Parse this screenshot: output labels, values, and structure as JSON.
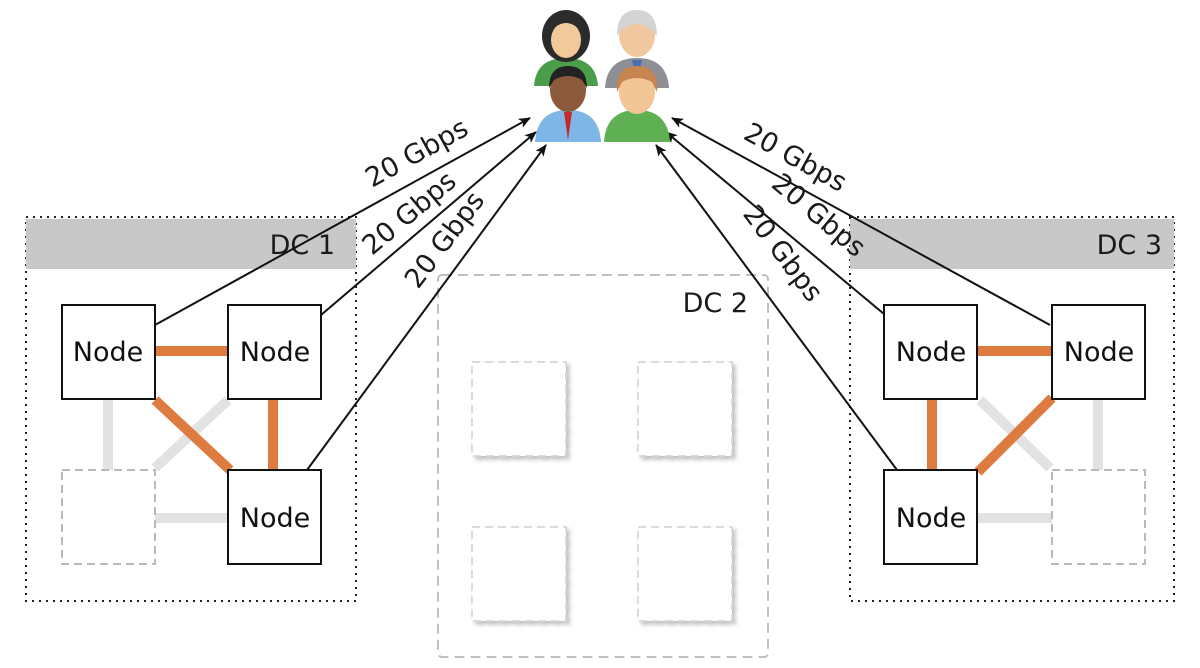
{
  "datacenters": [
    {
      "label": "DC 1"
    },
    {
      "label": "DC 2"
    },
    {
      "label": "DC 3"
    }
  ],
  "node_label": "Node",
  "link_labels": {
    "dc1_a": "20 Gbps",
    "dc1_b": "20 Gbps",
    "dc1_c": "20 Gbps",
    "dc3_a": "20 Gbps",
    "dc3_b": "20 Gbps",
    "dc3_c": "20 Gbps"
  },
  "icons": [
    "users-group-icon"
  ],
  "colors": {
    "active_link": "#de7b3e",
    "inactive_link": "#e2e2e2",
    "dc_header": "#c8c8c8",
    "inactive_node_border": "#b9b9b9",
    "arrow": "#111111"
  }
}
